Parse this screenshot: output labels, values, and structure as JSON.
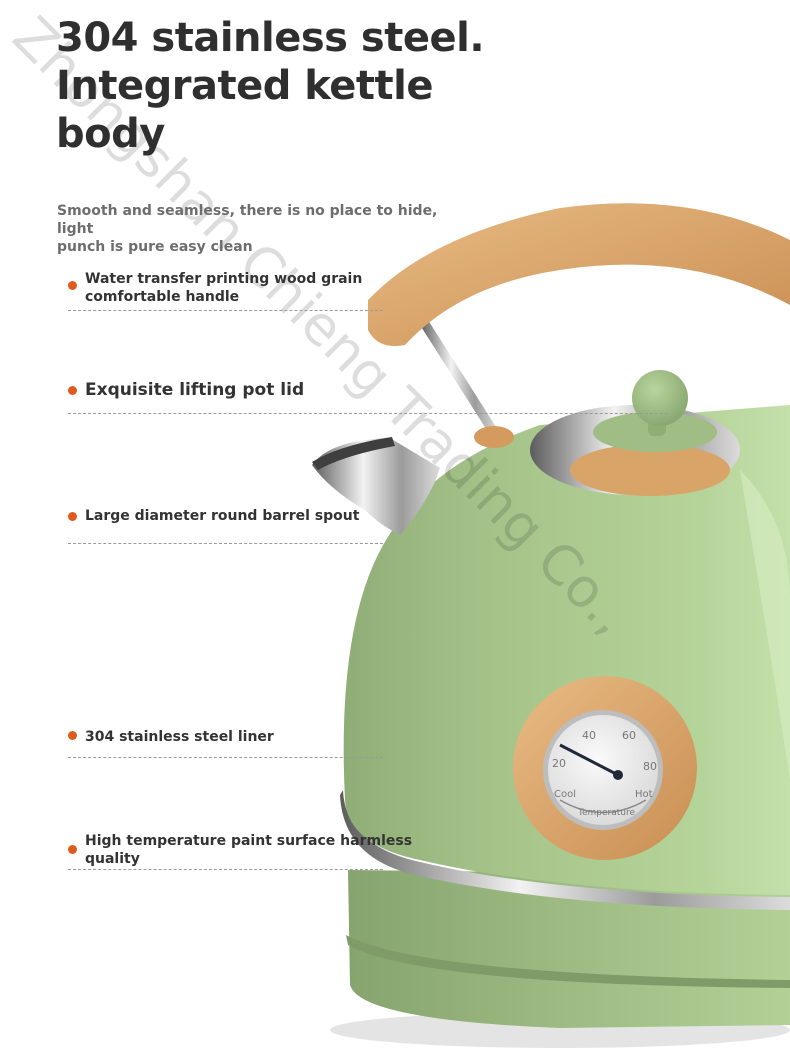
{
  "title": {
    "line1": "304 stainless steel.",
    "line2": "Integrated kettle",
    "line3": "body"
  },
  "subtitle": {
    "line1": "Smooth and seamless, there is no place to hide, light",
    "line2": "punch is pure easy clean"
  },
  "features": [
    {
      "line1": "Water transfer printing wood grain",
      "line2": "comfortable handle"
    },
    {
      "line1": "Exquisite lifting pot lid"
    },
    {
      "line1": "Large diameter round barrel spout"
    },
    {
      "line1": "304 stainless steel liner"
    },
    {
      "line1": "High temperature paint surface harmless",
      "line2": "quality"
    }
  ],
  "gauge": {
    "ticks": [
      "40",
      "60",
      "20",
      "80"
    ],
    "cool": "Cool",
    "hot": "Hot",
    "label": "Temperature"
  },
  "watermark": "Zhongshan Chieng Trading Co.,",
  "colors": {
    "kettle_body": "#a6c48a",
    "wood": "#d9a56a",
    "accent_dot": "#e05a1e",
    "title": "#2f2f2f"
  }
}
